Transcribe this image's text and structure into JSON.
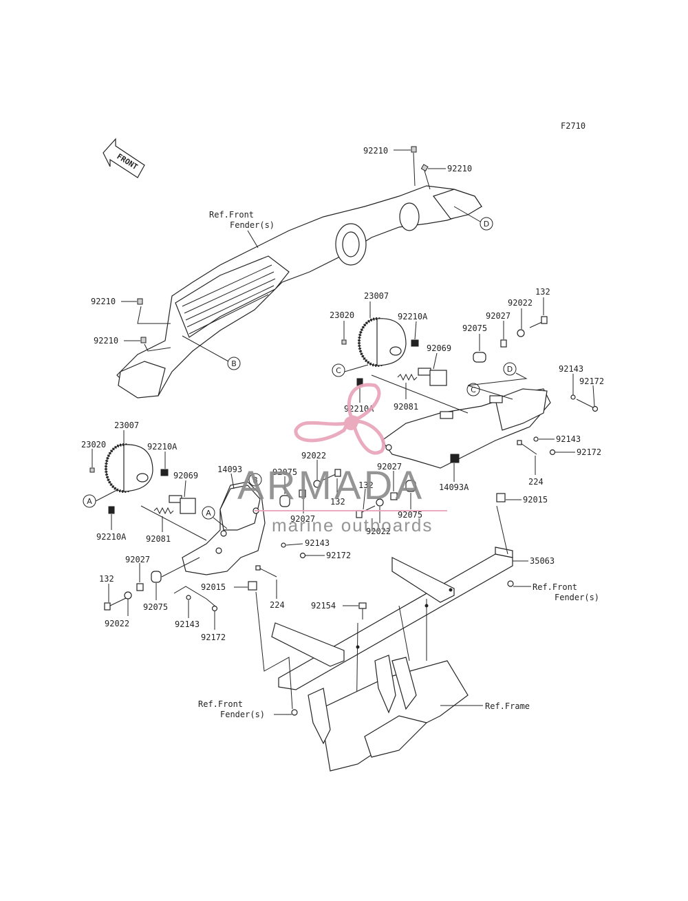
{
  "figure_code": "F2710",
  "front_arrow_label": "FRONT",
  "watermark": {
    "brand": "ARMADA",
    "tagline": "marine outboards",
    "logo_color": "#e8a3b9",
    "text_color": "#8a8a8a"
  },
  "references": {
    "front_fender_upper": [
      "Ref.Front",
      "Fender(s)"
    ],
    "front_fender_right": [
      "Ref.Front",
      "Fender(s)"
    ],
    "front_fender_lower": [
      "Ref.Front",
      "Fender(s)"
    ],
    "frame": "Ref.Frame"
  },
  "callouts": {
    "A": "A",
    "B": "B",
    "C": "C",
    "D": "D"
  },
  "labels": {
    "p92210_top1": "92210",
    "p92210_top2": "92210",
    "p92210_left1": "92210",
    "p92210_left2": "92210",
    "p23007_r": "23007",
    "p23020_r": "23020",
    "p92210A_r1": "92210A",
    "p92069_r": "92069",
    "p92210A_r2": "92210A",
    "p92081_r": "92081",
    "p92075_r1": "92075",
    "p92027_r1": "92027",
    "p92022_r1": "92022",
    "p132_r1": "132",
    "p92143_r1": "92143",
    "p92172_r1": "92172",
    "p92143_r2": "92143",
    "p92172_r2": "92172",
    "p224_r": "224",
    "p14093A": "14093A",
    "p92015_r": "92015",
    "p92027_r2": "92027",
    "p92075_r2": "92075",
    "p132_r2": "132",
    "p92022_r2": "92022",
    "p35063": "35063",
    "p23007_l": "23007",
    "p23020_l": "23020",
    "p92210A_l1": "92210A",
    "p92069_l": "92069",
    "p92210A_l2": "92210A",
    "p92081_l": "92081",
    "p14093": "14093",
    "p92075_l1": "92075",
    "p92022_l1": "92022",
    "p132_l1": "132",
    "p92027_l1": "92027",
    "p92143_l1": "92143",
    "p92172_l1": "92172",
    "p92027_l2": "92027",
    "p132_l2": "132",
    "p92075_l2": "92075",
    "p92022_l2": "92022",
    "p92015_l": "92015",
    "p224_l": "224",
    "p92143_l2": "92143",
    "p92172_l2": "92172",
    "p92154": "92154"
  }
}
